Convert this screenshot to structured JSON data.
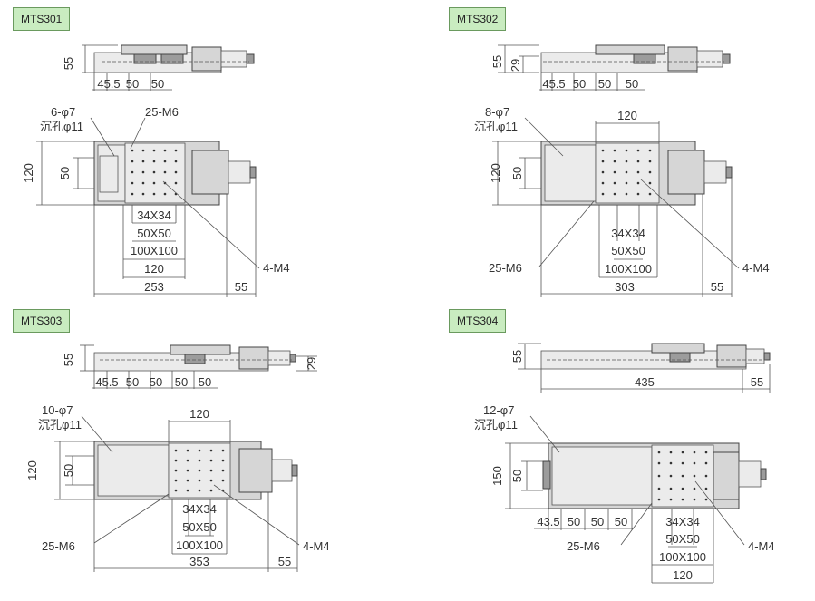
{
  "models": [
    {
      "id": "MTS301",
      "side_height": "55",
      "side_pitches": [
        "45.5",
        "50",
        "50"
      ],
      "holes_label": [
        "6-φ7",
        "沉孔φ11"
      ],
      "top_thread": "25-M6",
      "height": "120",
      "inner_height": "50",
      "grids": [
        "34X34",
        "50X50",
        "100X100",
        "120"
      ],
      "side_thread": "4-M4",
      "length": "253",
      "motor": "55"
    },
    {
      "id": "MTS302",
      "side_height": "55",
      "side_height_2": "29",
      "side_pitches": [
        "45.5",
        "50",
        "50",
        "50"
      ],
      "holes_label": [
        "8-φ7",
        "沉孔φ11"
      ],
      "table_width": "120",
      "height": "120",
      "inner_height": "50",
      "grids": [
        "34X34",
        "50X50",
        "100X100"
      ],
      "bottom_thread": "25-M6",
      "side_thread": "4-M4",
      "length": "303",
      "motor": "55"
    },
    {
      "id": "MTS303",
      "side_height": "55",
      "side_height_2": "29",
      "side_pitches": [
        "45.5",
        "50",
        "50",
        "50",
        "50"
      ],
      "holes_label": [
        "10-φ7",
        "沉孔φ11"
      ],
      "table_width": "120",
      "height": "120",
      "inner_height": "50",
      "grids": [
        "34X34",
        "50X50",
        "100X100"
      ],
      "bottom_thread": "25-M6",
      "side_thread": "4-M4",
      "length": "353",
      "motor": "55"
    },
    {
      "id": "MTS304",
      "side_height": "55",
      "length": "435",
      "motor": "55",
      "holes_label": [
        "12-φ7",
        "沉孔φ11"
      ],
      "height": "150",
      "inner_height": "50",
      "side_pitches": [
        "43.5",
        "50",
        "50",
        "50"
      ],
      "bottom_thread": "25-M6",
      "grids": [
        "34X34",
        "50X50",
        "100X100",
        "120"
      ],
      "side_thread": "4-M4"
    }
  ]
}
